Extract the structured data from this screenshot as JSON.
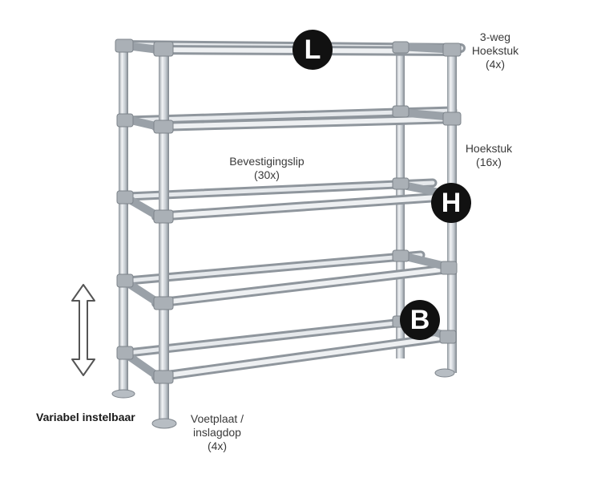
{
  "labels": {
    "corner3way": {
      "line1": "3-weg",
      "line2": "Hoekstuk",
      "line3": "(4x)"
    },
    "corner": {
      "line1": "Hoekstuk",
      "line2": "(16x)"
    },
    "clip": {
      "line1": "Bevestigingslip",
      "line2": "(30x)"
    },
    "foot": {
      "line1": "Voetplaat /",
      "line2": "inslagdop",
      "line3": "(4x)"
    },
    "adjustable": "Variabel instelbaar"
  },
  "badges": {
    "length": "L",
    "height": "H",
    "depth": "B"
  },
  "colors": {
    "tube": "#c9ced3",
    "tube_dark": "#8f969d",
    "badge": "#111111"
  },
  "icons": {
    "adjust": "double-arrow-vertical-icon"
  }
}
